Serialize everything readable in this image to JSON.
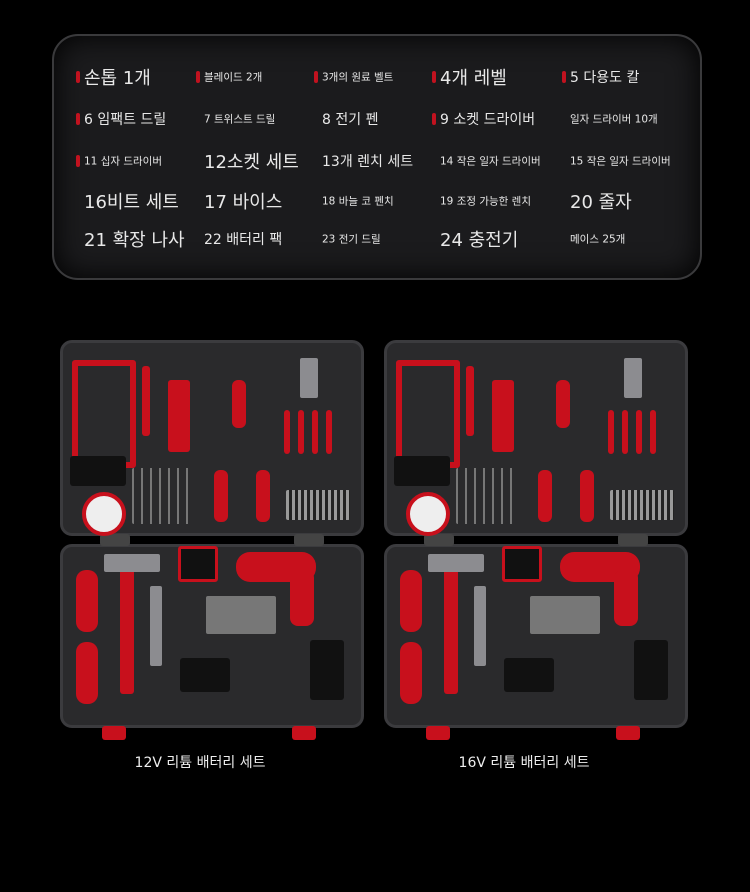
{
  "items": [
    {
      "label": "손톱 1개",
      "size": "big"
    },
    {
      "label": "블레이드 2개",
      "size": "sm"
    },
    {
      "label": "3개의 원료 벨트",
      "size": "sm"
    },
    {
      "label": "4개 레벨",
      "size": "big"
    },
    {
      "label": "5 다용도 칼",
      "size": "mid"
    },
    {
      "label": "6 임팩트 드릴",
      "size": "mid"
    },
    {
      "label": "7 트위스트 드릴",
      "size": "sm"
    },
    {
      "label": "8 전기 펜",
      "size": "mid"
    },
    {
      "label": "9 소켓 드라이버",
      "size": "mid"
    },
    {
      "label": "일자 드라이버 10개",
      "size": "sm"
    },
    {
      "label": "11 십자 드라이버",
      "size": "sm"
    },
    {
      "label": "12소켓 세트",
      "size": "big"
    },
    {
      "label": "13개 렌치 세트",
      "size": "mid"
    },
    {
      "label": "14 작은 일자 드라이버",
      "size": "sm"
    },
    {
      "label": "15 작은 일자 드라이버",
      "size": "sm"
    },
    {
      "label": "16비트 세트",
      "size": "big"
    },
    {
      "label": "17 바이스",
      "size": "big"
    },
    {
      "label": "18 바늘 코 펜치",
      "size": "sm"
    },
    {
      "label": "19 조정 가능한 렌치",
      "size": "sm"
    },
    {
      "label": "20 줄자",
      "size": "big"
    },
    {
      "label": "21 확장 나사",
      "size": "big"
    },
    {
      "label": "22 배터리 팩",
      "size": "mid"
    },
    {
      "label": "23 전기 드릴",
      "size": "sm"
    },
    {
      "label": "24 충전기",
      "size": "big"
    },
    {
      "label": "메이스 25개",
      "size": "sm"
    }
  ],
  "kits": [
    {
      "caption": "12V 리튬 배터리 세트"
    },
    {
      "caption": "16V 리튬 배터리 세트"
    }
  ],
  "colors": {
    "accent": "#c8101c",
    "background": "#000000",
    "panel": "#1b1b1d"
  }
}
